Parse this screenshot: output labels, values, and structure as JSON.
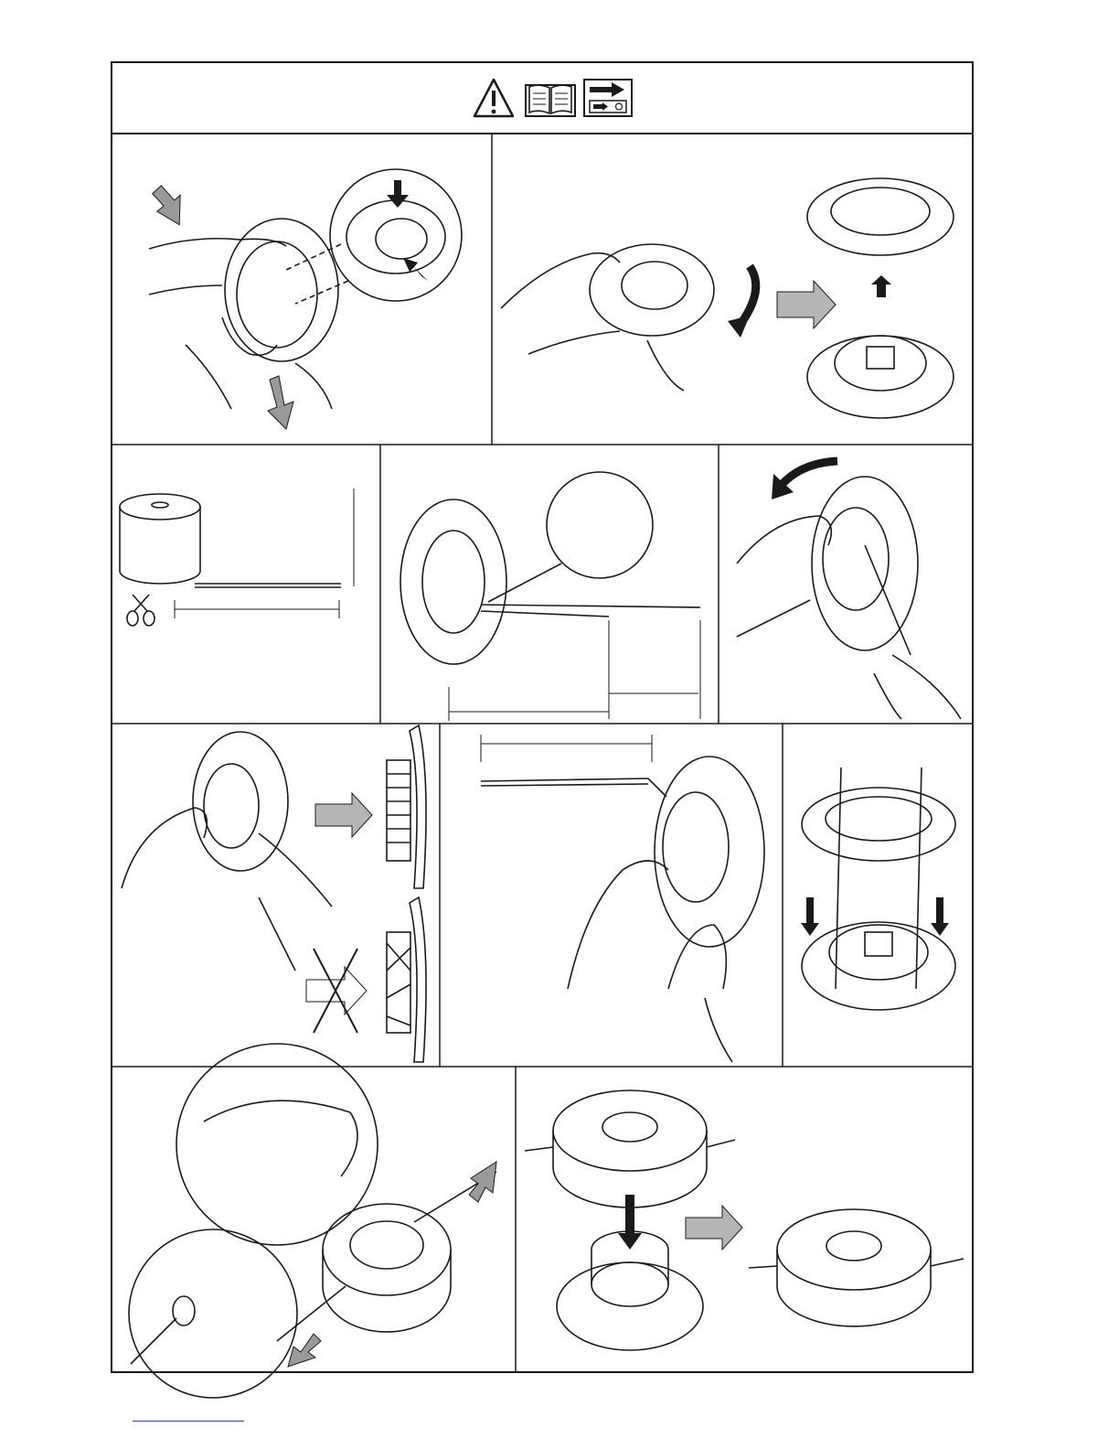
{
  "page": {
    "title": "",
    "colors": {
      "line": "#1a1a1a",
      "arrow_fill": "#b5b5b5",
      "arrow_dark": "#6e6e6e",
      "footer_link": "#2a44d8"
    }
  },
  "header": {
    "icons": [
      "warning-triangle-icon",
      "read-manual-book-icon",
      "see-instruction-page-icon"
    ]
  },
  "steps": [
    {
      "id": "remove-cap",
      "icons": [
        "hand-icon",
        "push-tabs-arrow-icon",
        "pull-apart-arrow-icon"
      ]
    },
    {
      "id": "separate-halves",
      "icons": [
        "rotate-arrow-icon",
        "next-step-arrow-icon",
        "lift-arrow-icon"
      ]
    },
    {
      "id": "cut-line",
      "icons": [
        "line-spool-icon",
        "scissors-icon",
        "length-dimension-icon"
      ]
    },
    {
      "id": "insert-line",
      "icons": [
        "detail-magnifier-icon",
        "length-dimension-icon"
      ]
    },
    {
      "id": "wind-line",
      "icons": [
        "rotate-arrow-icon",
        "hand-icon"
      ]
    },
    {
      "id": "check-winding",
      "icons": [
        "next-step-arrow-icon",
        "correct-winding-icon",
        "incorrect-winding-icon",
        "cross-mark-icon"
      ]
    },
    {
      "id": "measure-end",
      "icons": [
        "length-dimension-icon",
        "hand-icon"
      ]
    },
    {
      "id": "assemble-halves",
      "icons": [
        "press-down-arrow-icon"
      ]
    },
    {
      "id": "thread-eyelets",
      "icons": [
        "detail-magnifier-icon",
        "pull-line-arrow-icon"
      ]
    },
    {
      "id": "attach-head",
      "icons": [
        "press-down-arrow-icon",
        "next-step-arrow-icon"
      ]
    }
  ]
}
